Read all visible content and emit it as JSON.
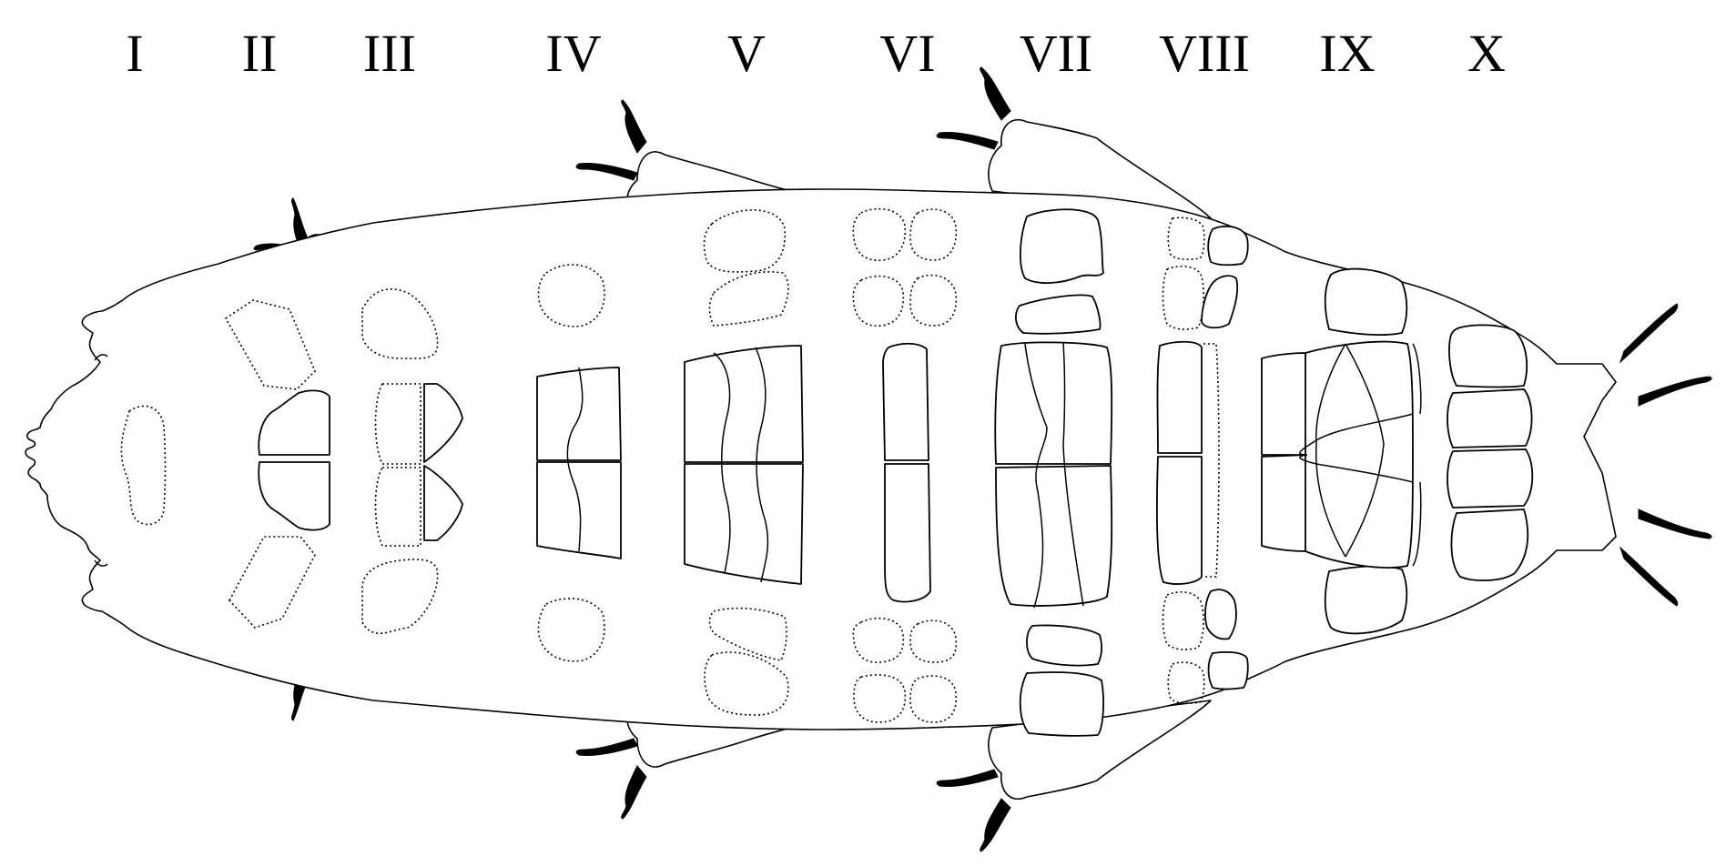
{
  "figure": {
    "segment_labels": [
      "I",
      "II",
      "III",
      "IV",
      "V",
      "VI",
      "VII",
      "VIII",
      "IX",
      "X"
    ],
    "colors": {
      "line": "#000000",
      "background": "#ffffff",
      "claw": "#000000"
    }
  }
}
